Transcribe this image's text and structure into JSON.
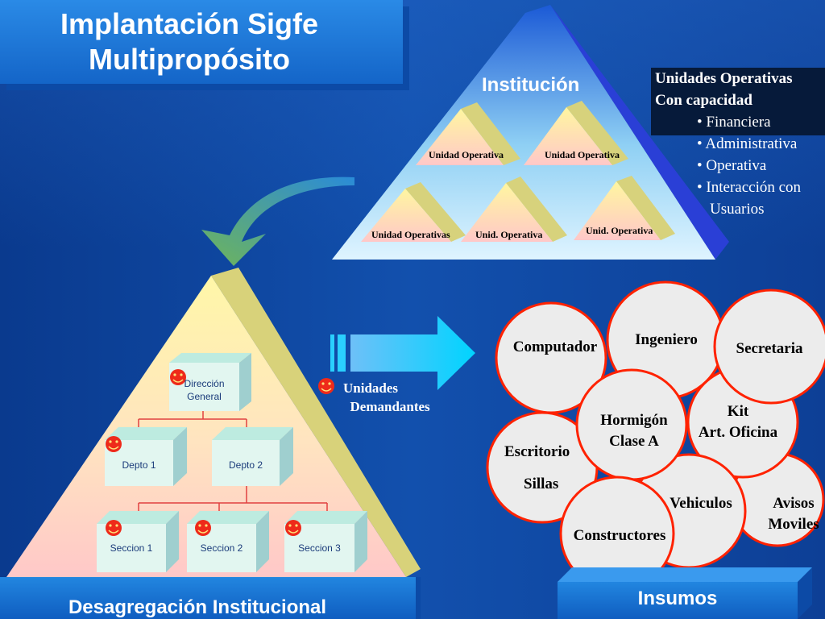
{
  "title": "Implantación Sigfe\nMultipropósito",
  "institution": {
    "label": "Institución",
    "units": [
      "Unidad Operativa",
      "Unidad Operativa",
      "Unidad Operativas",
      "Unid. Operativa",
      "Unid. Operativa"
    ]
  },
  "info": {
    "heading1": "Unidades Operativas",
    "heading2": "Con capacidad",
    "bullets": [
      "• Financiera",
      "• Administrativa",
      "• Operativa",
      "• Interacción con"
    ],
    "bullet_cont": "Usuarios"
  },
  "org": {
    "root": "Dirección\nGeneral",
    "depts": [
      "Depto 1",
      "Depto 2"
    ],
    "sections": [
      "Seccion 1",
      "Seccion 2",
      "Seccion 3"
    ]
  },
  "demand_label": "Unidades\n  Demandantes",
  "inputs": [
    "Computador",
    "Ingeniero",
    "Secretaria",
    "Kit\nArt. Oficina",
    "Escritorio",
    "Sillas",
    "Hormigón\nClase A",
    "Vehiculos",
    "Avisos\nMoviles",
    "Constructores"
  ],
  "bottom_left": "Desagregación Institucional",
  "bottom_right": "Insumos",
  "colors": {
    "background": "#0d4aa8",
    "accent": "#1a78de",
    "circle_border": "#ff2200",
    "circle_fill": "#eeeeee"
  }
}
